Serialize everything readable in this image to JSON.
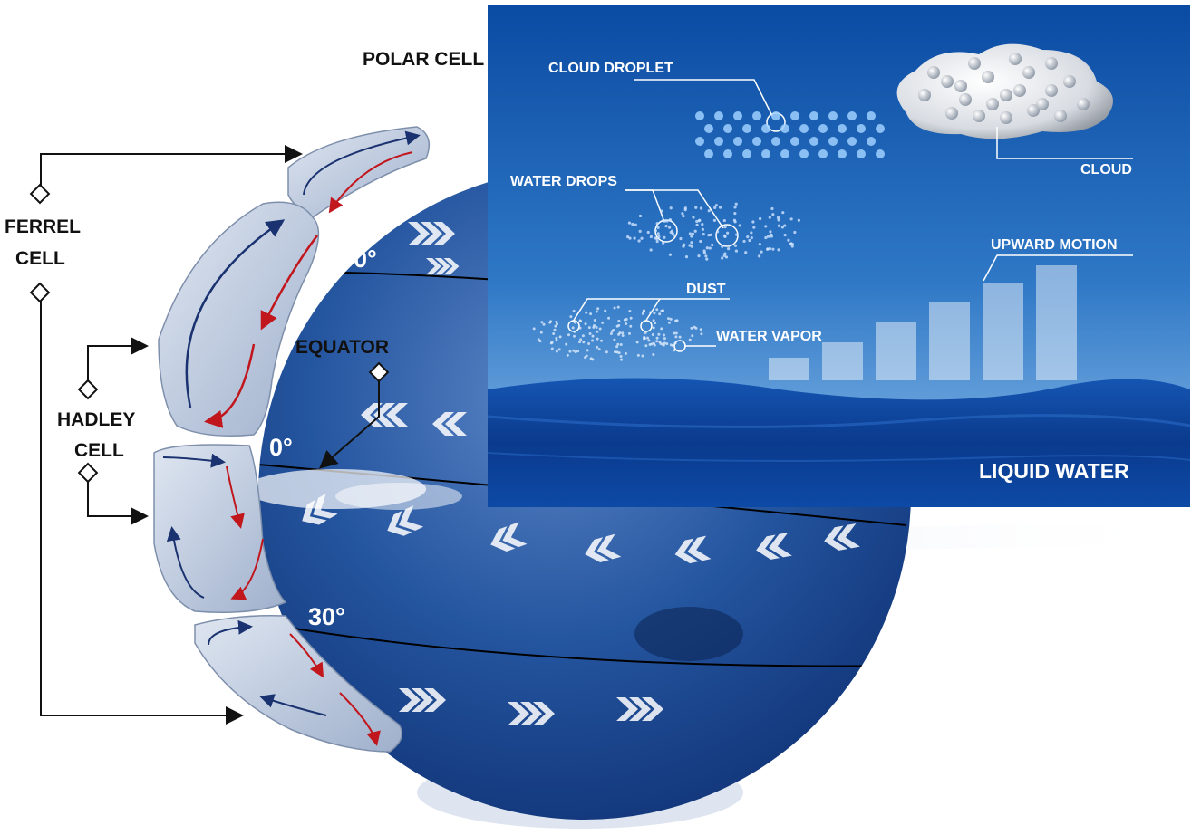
{
  "labels": {
    "polar_cell": "POLAR CELL",
    "ferrel_line1": "FERREL",
    "ferrel_line2": "CELL",
    "hadley_line1": "HADLEY",
    "hadley_line2": "CELL",
    "equator": "EQUATOR",
    "lat_30_north": "30°",
    "lat_0": "0°",
    "lat_30_south": "30°",
    "cloud_droplet": "CLOUD DROPLET",
    "cloud": "CLOUD",
    "water_drops": "WATER DROPS",
    "upward_motion": "UPWARD MOTION",
    "dust": "DUST",
    "water_vapor": "WATER VAPOR",
    "liquid_water": "LIQUID WATER"
  },
  "colors": {
    "globe_blue": "#1c4a94",
    "panel_sky_top": "#0a4fa6",
    "panel_sky_bottom": "#6fa8de",
    "sea": "#0d3f96",
    "cell_fill": "#b9c6dc",
    "arrow_red": "#c0161c",
    "arrow_navy": "#1a3270"
  }
}
